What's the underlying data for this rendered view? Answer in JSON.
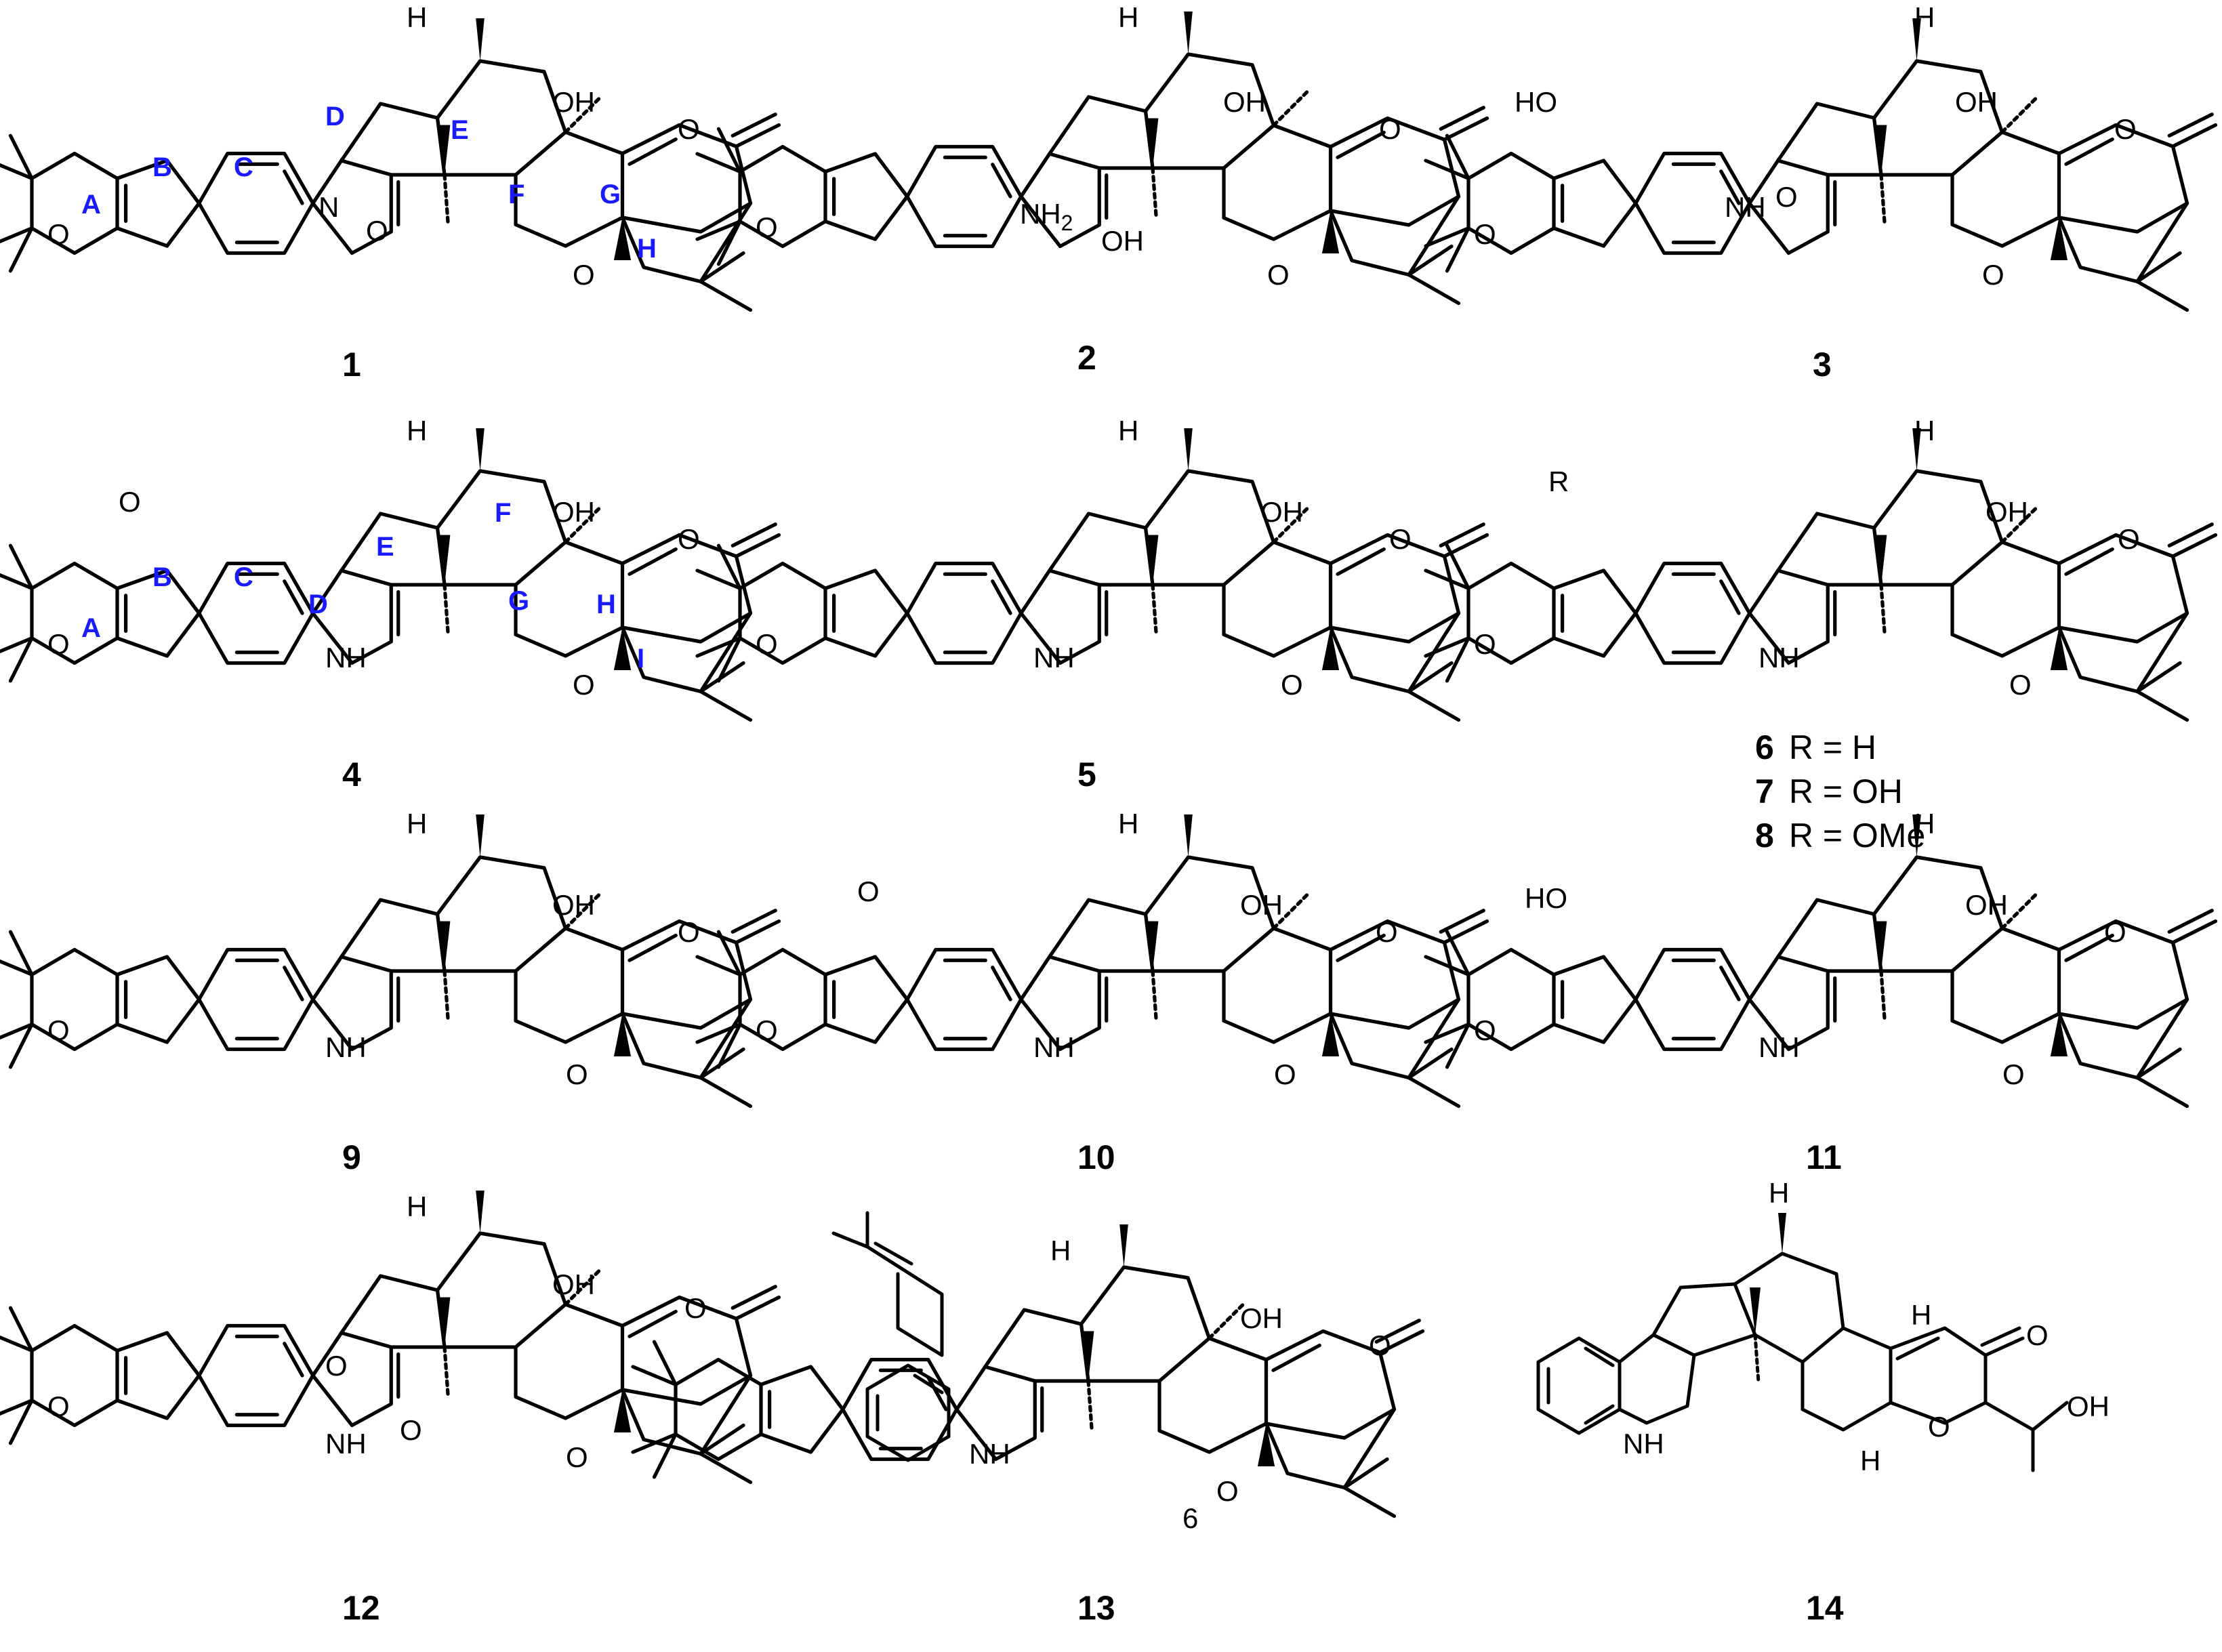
{
  "compounds": [
    {
      "number": "1"
    },
    {
      "number": "2"
    },
    {
      "number": "3"
    },
    {
      "number": "4"
    },
    {
      "number": "5"
    },
    {
      "number": "6"
    },
    {
      "number": "9"
    },
    {
      "number": "10"
    },
    {
      "number": "11"
    },
    {
      "number": "12"
    },
    {
      "number": "13"
    },
    {
      "number": "14"
    }
  ],
  "legend": [
    {
      "number": "6",
      "text": "R = H"
    },
    {
      "number": "7",
      "text": "R = OH"
    },
    {
      "number": "8",
      "text": "R = OMe"
    }
  ],
  "atoms": {
    "oh": "OH",
    "h": "H",
    "o": "O",
    "n": "N",
    "nh": "NH",
    "nh2": "NH",
    "nh2_sub": "2",
    "r": "R",
    "ho": "HO",
    "methoxy": "O",
    "six": "6"
  },
  "ring_labels": {
    "c1": [
      "A",
      "B",
      "C",
      "D",
      "E",
      "F",
      "G",
      "H"
    ],
    "c4": [
      "A",
      "B",
      "C",
      "D",
      "E",
      "F",
      "G",
      "H",
      "I"
    ]
  },
  "colors": {
    "ring_label": "#1a1aff",
    "structure": "#000000"
  }
}
